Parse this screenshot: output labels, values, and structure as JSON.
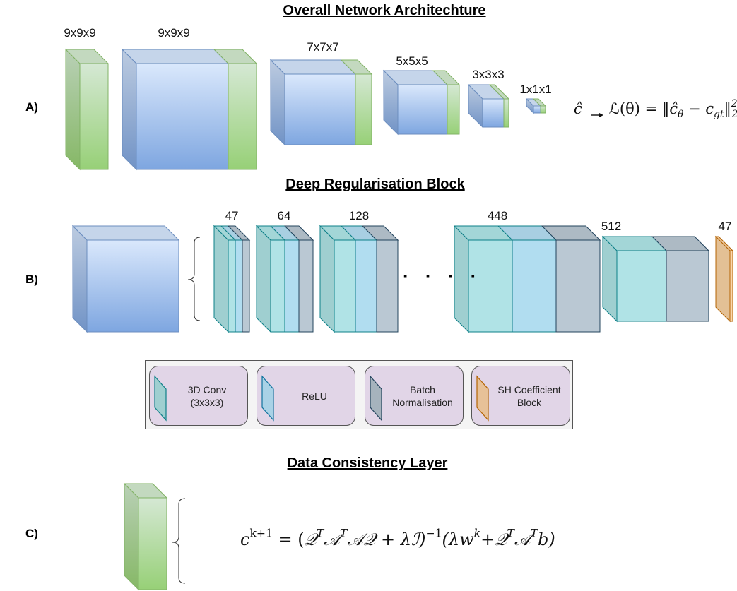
{
  "sections": {
    "a": {
      "label": "A)",
      "title": "Overall Network Architechture",
      "dims": [
        "9x9x9",
        "9x9x9",
        "7x7x7",
        "5x5x5",
        "3x3x3",
        "1x1x1"
      ],
      "loss": {
        "output_symbol": "ĉ",
        "arrow": "→",
        "lhs": "ℒ(θ) =",
        "norm_expr": "‖ĉ",
        "theta_sub": "θ",
        "minus": " − c",
        "gt_sub": "gt",
        "norm_close": "‖",
        "sup": "2",
        "sub": "2"
      }
    },
    "b": {
      "label": "B)",
      "title": "Deep Regularisation Block",
      "channels": [
        "47",
        "64",
        "128",
        "448",
        "512",
        "47"
      ],
      "ellipsis": "· · · ·"
    },
    "legend": {
      "items": [
        {
          "label": "3D Conv\n(3x3x3)",
          "type": "conv"
        },
        {
          "label": "ReLU",
          "type": "relu"
        },
        {
          "label": "Batch\nNormalisation",
          "type": "bn"
        },
        {
          "label": "SH Coefficient\nBlock",
          "type": "sh"
        }
      ]
    },
    "c": {
      "label": "C)",
      "title": "Data Consistency Layer",
      "equation": {
        "c": "c",
        "c_sup": "k+1",
        "eq": " = (",
        "Q": "𝒬",
        "T1": "T",
        "A": "𝒜",
        "T2": "T",
        "AQ": "𝒜𝒬 + λℐ)",
        "inv": "−1",
        "mid": "(λw",
        "k": "k",
        "plus": "+𝒬",
        "T3": "T",
        "A2": "𝒜",
        "T4": "T",
        "end": "b)"
      }
    }
  },
  "colors": {
    "green_front_top": "#d5e8d4",
    "green_front_bottom": "#97d077",
    "green_stroke": "#82b366",
    "blue_front_top": "#dae8fc",
    "blue_front_bottom": "#7ea6e0",
    "blue_stroke": "#6c8ebf",
    "conv_fill": "#b0e3e6",
    "relu_fill": "#b1ddf0",
    "bn_fill": "#bac8d3",
    "sh_fill": "#fad7ac",
    "teal_stroke": "#0e8088",
    "relu_stroke": "#10739e",
    "bn_stroke": "#23445d",
    "sh_stroke": "#b46504",
    "legend_item_bg": "#e1d5e7"
  }
}
